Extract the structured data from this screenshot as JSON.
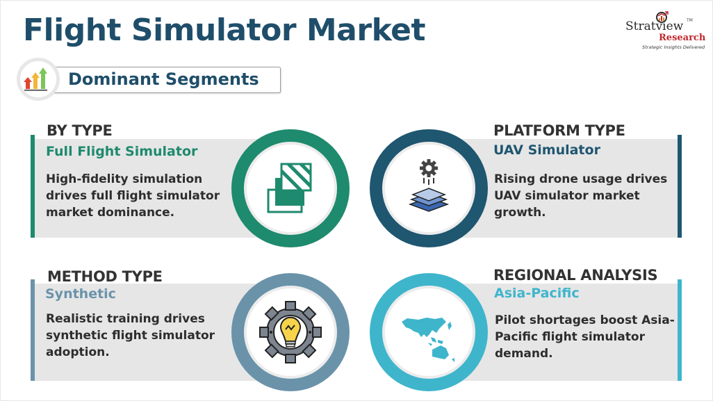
{
  "header": {
    "title": "Flight Simulator Market",
    "subtitle": "Dominant Segments"
  },
  "logo": {
    "brand": "Stratview",
    "trademark": "TM",
    "brand_line2": "Research",
    "tagline": "Strategic Insights Delivered"
  },
  "colors": {
    "title": "#1f4e6a",
    "type_accent": "#1e8a6e",
    "platform_accent": "#1f5670",
    "method_accent": "#6a93aa",
    "region_accent": "#3fb5cc",
    "panel_bg": "#e6e6e6"
  },
  "segments": [
    {
      "category": "BY TYPE",
      "leader": "Full Flight Simulator",
      "description": "High-fidelity simulation drives full flight simulator market dominance.",
      "icon": "layered-squares-icon"
    },
    {
      "category": "PLATFORM TYPE",
      "leader": "UAV Simulator",
      "description": "Rising drone usage drives UAV simulator market growth.",
      "icon": "gear-layers-icon"
    },
    {
      "category": "METHOD TYPE",
      "leader": "Synthetic",
      "description": "Realistic training drives synthetic flight simulator adoption.",
      "icon": "gear-lightbulb-icon"
    },
    {
      "category": "REGIONAL ANALYSIS",
      "leader": "Asia-Pacific",
      "description": "Pilot shortages boost Asia-Pacific flight simulator demand.",
      "icon": "asia-pacific-map-icon"
    }
  ]
}
